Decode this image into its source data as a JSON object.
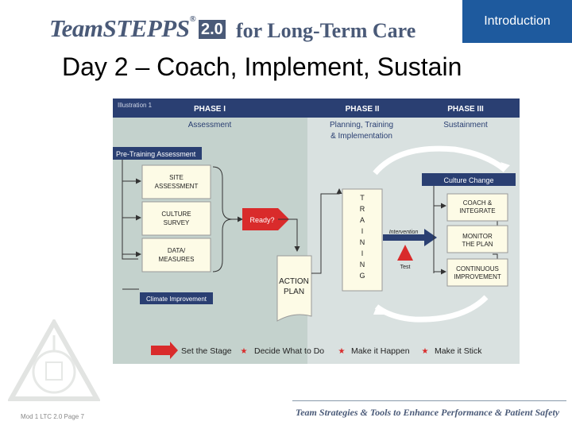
{
  "header": {
    "brand": "TeamSTEPPS",
    "registered": "®",
    "version": "2.0",
    "subtitle": "for Long-Term Care",
    "section_tab": "Introduction"
  },
  "slide": {
    "title": "Day 2 – Coach, Implement, Sustain"
  },
  "diagram": {
    "illustration_label": "Illustration 1",
    "phases": [
      {
        "name": "PHASE I",
        "desc": [
          "Assessment"
        ]
      },
      {
        "name": "PHASE II",
        "desc": [
          "Planning, Training",
          "& Implementation"
        ]
      },
      {
        "name": "PHASE III",
        "desc": [
          "Sustainment"
        ]
      }
    ],
    "pre_training": "Pre-Training Assessment",
    "assessments": [
      [
        "SITE",
        "ASSESSMENT"
      ],
      [
        "CULTURE",
        "SURVEY"
      ],
      [
        "DATA/",
        "MEASURES"
      ]
    ],
    "ready": "Ready?",
    "climate": "Climate Improvement",
    "action_plan": [
      "ACTION",
      "PLAN"
    ],
    "training_letters": [
      "T",
      "R",
      "A",
      "I",
      "N",
      "I",
      "N",
      "G"
    ],
    "intervention": "Intervention",
    "test": "Test",
    "culture_change": "Culture Change",
    "sustain_boxes": [
      [
        "COACH &",
        "INTEGRATE"
      ],
      [
        "MONITOR",
        "THE PLAN"
      ],
      [
        "CONTINUOUS",
        "IMPROVEMENT"
      ]
    ],
    "legend": [
      "Set the Stage",
      "Decide What to Do",
      "Make it Happen",
      "Make it Stick"
    ]
  },
  "footer": {
    "left": "Mod 1 LTC 2.0 Page 7",
    "right": "Team Strategies & Tools to Enhance Performance & Patient Safety"
  },
  "colors": {
    "navy": "#2a3f72",
    "tab": "#1e5a9e",
    "panel": "#c9d4d0",
    "red": "#d92b2b",
    "brand": "#4a5a78"
  }
}
